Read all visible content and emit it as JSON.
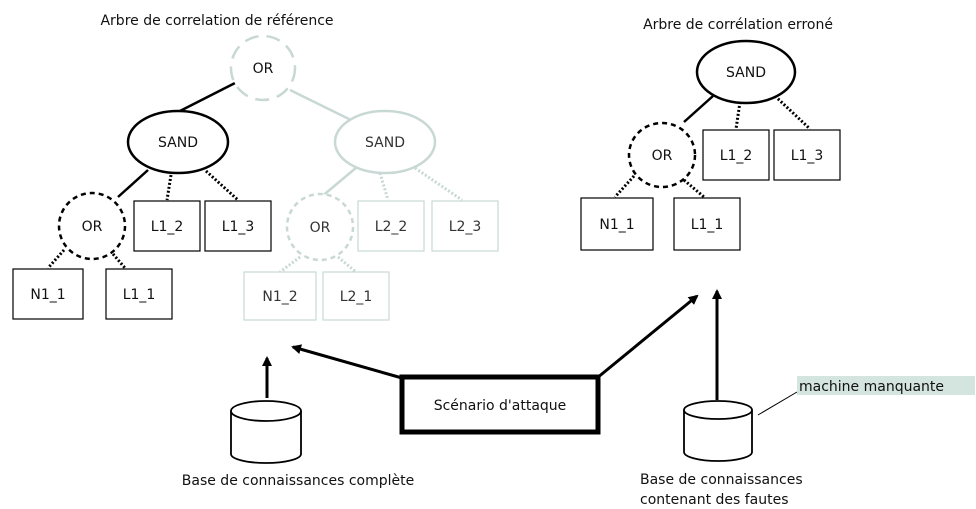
{
  "reference_tree": {
    "title": "Arbre de correlation de référence",
    "root": "OR",
    "left_sand": "SAND",
    "left_or": "OR",
    "n1_1": "N1_1",
    "l1_1": "L1_1",
    "l1_2": "L1_2",
    "l1_3": "L1_3",
    "right_sand": "SAND",
    "right_or": "OR",
    "n1_2": "N1_2",
    "l2_1": "L2_1",
    "l2_2": "L2_2",
    "l2_3": "L2_3"
  },
  "erroneous_tree": {
    "title": "Arbre de corrélation erroné",
    "root": "SAND",
    "or": "OR",
    "n1_1": "N1_1",
    "l1_1": "L1_1",
    "l1_2": "L1_2",
    "l1_3": "L1_3"
  },
  "scenario": {
    "label": "Scénario d'attaque"
  },
  "kb_complete": {
    "caption": "Base de connaissances complète"
  },
  "kb_faulty": {
    "caption_line1": "Base de connaissances",
    "caption_line2": "contenant des fautes",
    "annotation": "machine manquante"
  },
  "colors": {
    "active": "#000000",
    "faded": "#c8d8d4",
    "annotation_bg": "#d4e4df"
  }
}
